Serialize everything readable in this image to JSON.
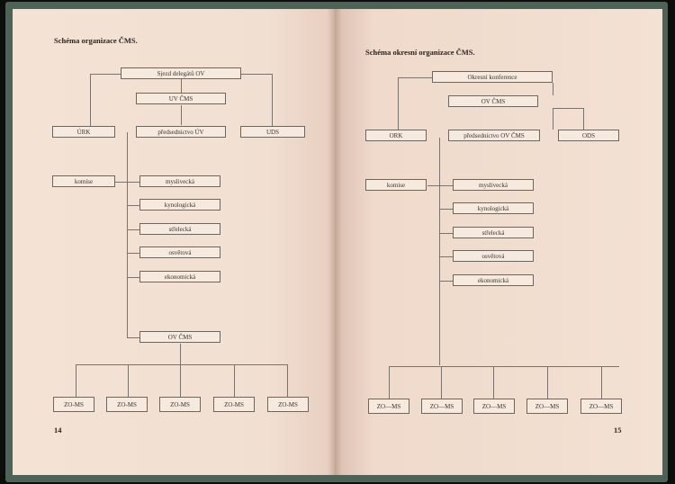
{
  "left": {
    "title": "Schéma organizace ČMS.",
    "page_number": "14",
    "top_box": "Sjezd delegátů OV",
    "central": "UV ČMS",
    "left_branch": "ÚRK",
    "middle_branch": "předsednictvo ÚV",
    "right_branch": "UDS",
    "commissions_label": "komise",
    "commissions": [
      "myslivecká",
      "kynologická",
      "střelecká",
      "osvětová",
      "ekonomická"
    ],
    "district": "OV ČMS",
    "locals": [
      "ZO-MS",
      "ZO-MS",
      "ZO-MS",
      "ZO-MS",
      "ZO-MS"
    ]
  },
  "right": {
    "title": "Schéma okresní organizace ČMS.",
    "page_number": "15",
    "top_box": "Okresní konference",
    "central": "OV ČMS",
    "left_branch": "ORK",
    "middle_branch": "předsednictvo OV ČMS",
    "right_branch": "ODS",
    "commissions_label": "komise",
    "commissions": [
      "myslivecká",
      "kynologická",
      "střelecká",
      "osvětová",
      "ekonomická"
    ],
    "locals": [
      "ZO—MS",
      "ZO—MS",
      "ZO—MS",
      "ZO—MS",
      "ZO—MS"
    ]
  }
}
